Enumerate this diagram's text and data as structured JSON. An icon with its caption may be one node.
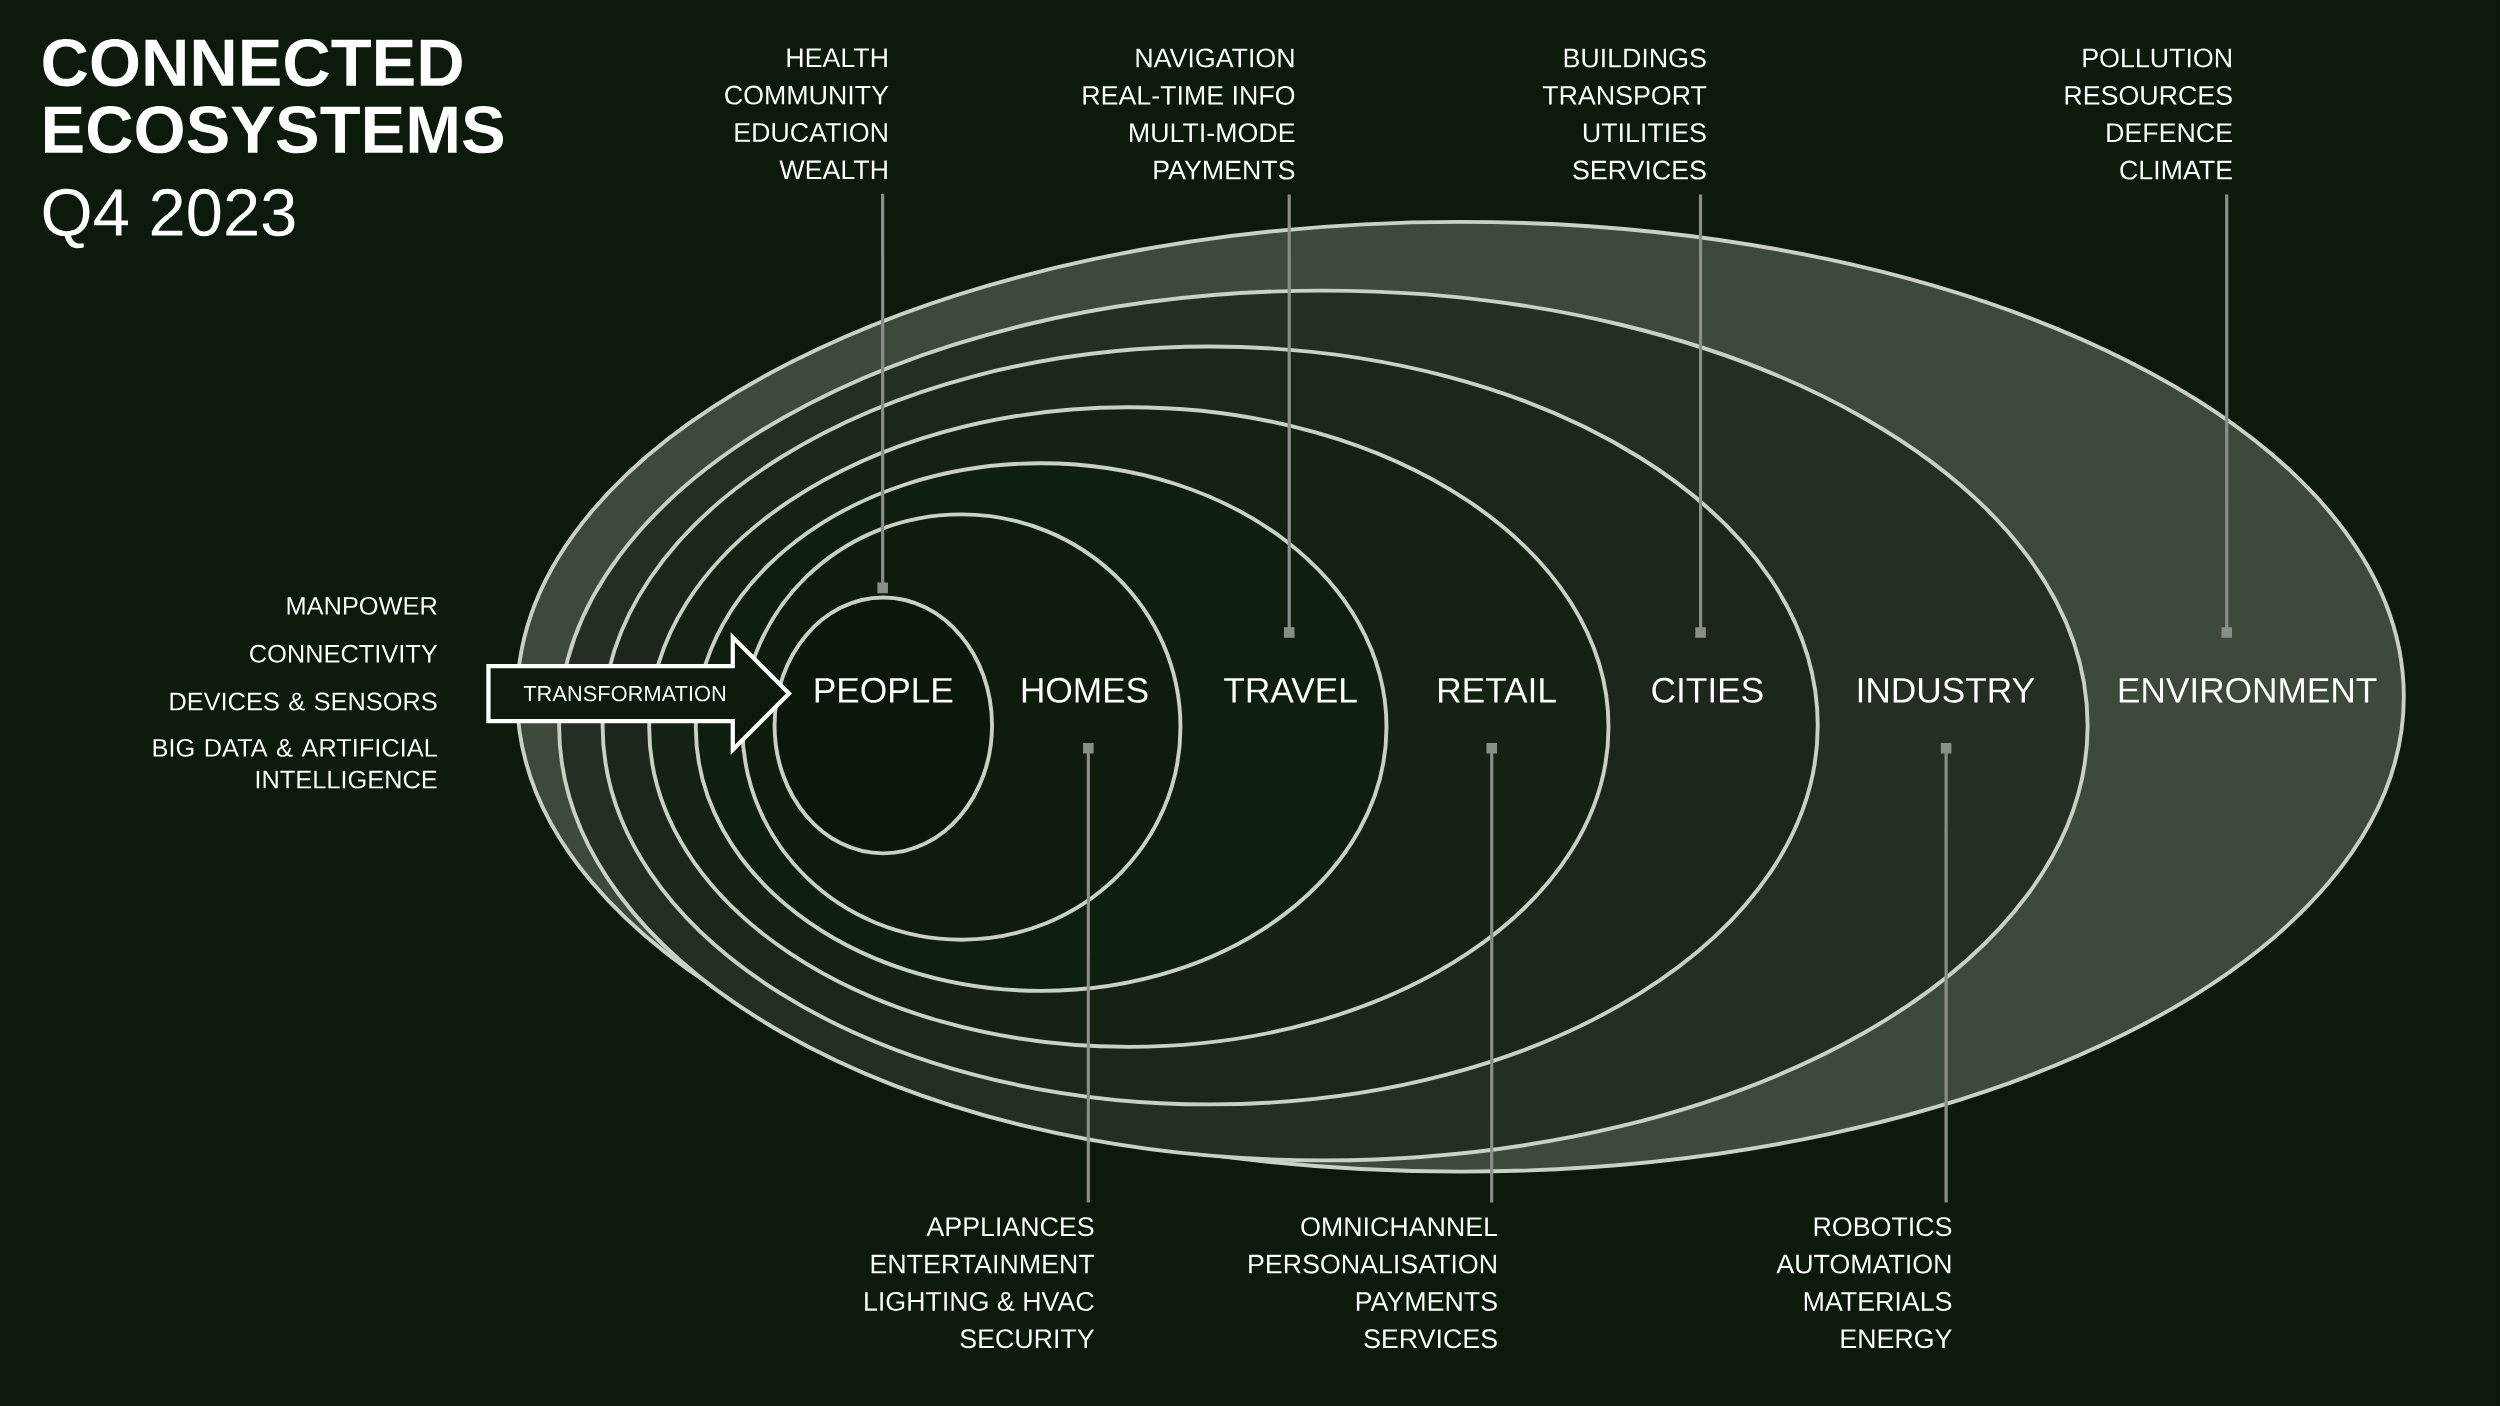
{
  "diagram": {
    "title": "CONNECTED ECOSYSTEMS",
    "nodes": [
      {
        "text": [
          "ENVIRONMENT"
        ]
      },
      {
        "text": [
          "INDUSTRY"
        ],
        "in": 0
      },
      {
        "text": [
          "CITIES"
        ],
        "in": 1
      },
      {
        "text": [
          "RETAIL"
        ],
        "in": 2
      },
      {
        "text": [
          "TRAVEL"
        ],
        "in": 3
      },
      {
        "text": [
          "HOMES"
        ],
        "in": 4
      },
      {
        "text": [
          "PEOPLE"
        ],
        "in": 5
      },
      {
        "text": [
          "TRANSFORMATION"
        ]
      },
      {
        "text": [
          "HEALTH",
          "COMMUNITY",
          "EDUCATION",
          "WEALTH"
        ]
      },
      {
        "text": [
          "NAVIGATION",
          "REAL-TIME INFO",
          "MULTI-MODE",
          "PAYMENTS"
        ]
      },
      {
        "text": [
          "BUILDINGS",
          "TRANSPORT",
          "UTILITIES",
          "SERVICES"
        ]
      },
      {
        "text": [
          "POLLUTION",
          "RESOURCES",
          "DEFENCE",
          "CLIMATE"
        ]
      },
      {
        "text": [
          "APPLIANCES",
          "ENTERTAINMENT",
          "LIGHTING & HVAC",
          "SECURITY"
        ]
      },
      {
        "text": [
          "OMNICHANNEL",
          "PERSONALISATION",
          "PAYMENTS",
          "SERVICES"
        ]
      },
      {
        "text": [
          "ROBOTICS",
          "AUTOMATION",
          "MATERIALS",
          "ENERGY"
        ]
      }
    ],
    "edges": [
      {
        "from": 8,
        "to": 6,
        "arrow": "other"
      },
      {
        "from": 9,
        "to": 4,
        "arrow": "other"
      },
      {
        "from": 10,
        "to": 2,
        "arrow": "other"
      },
      {
        "from": 11,
        "to": 0,
        "arrow": "other"
      },
      {
        "from": 12,
        "to": 5,
        "arrow": "other"
      },
      {
        "from": 13,
        "to": 3,
        "arrow": "other"
      },
      {
        "from": 14,
        "to": 1,
        "arrow": "other"
      }
    ],
    "labels": [
      "Q4 2023",
      "MANPOWER",
      "CONNECTIVITY",
      "DEVICES & SENSORS",
      "BIG DATA & ARTIFICIAL INTELLIGENCE"
    ]
  }
}
